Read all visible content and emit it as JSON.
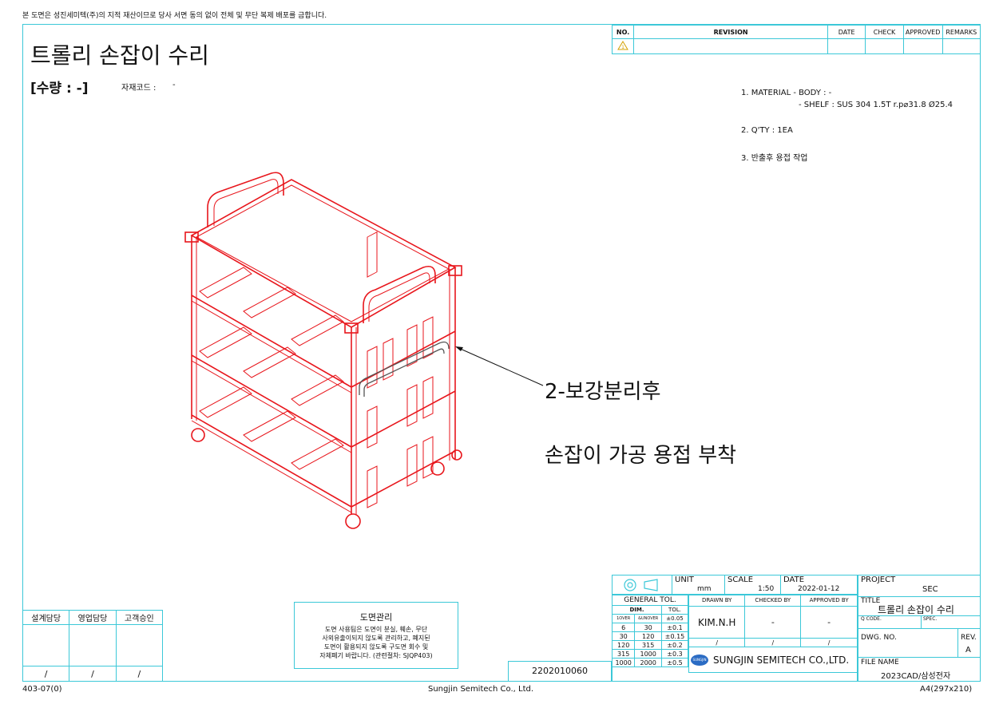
{
  "header": {
    "notice": "본 도면은 성진세미텍(주)의 지적 재산이므로 당사 서면 동의 없이 전체 및 무단 복제 배포를 금합니다."
  },
  "drawing": {
    "title": "트롤리 손잡이 수리",
    "qty_label": "[수량 : -]",
    "material_code_label": "자재코드 :",
    "material_code_value": "-"
  },
  "revision_table": {
    "headers": [
      "NO.",
      "REVISION",
      "DATE",
      "CHECK",
      "APPROVED",
      "REMARKS"
    ],
    "row1_no": "1"
  },
  "notes": {
    "line1": "1. MATERIAL - BODY : -",
    "line1b": "- SHELF : SUS 304 1.5T r.p⌀31.8 Ø25.4",
    "line2": "2. Q'TY : 1EA",
    "line3": "3. 반출후 용접 작업"
  },
  "annotations": {
    "callout1": "2-보강분리후",
    "callout2": "손잡이 가공 용접 부착"
  },
  "signoff": {
    "headers": [
      "설계담당",
      "영업담당",
      "고객승인"
    ],
    "values": [
      "/",
      "/",
      "/"
    ]
  },
  "doc_control": {
    "title": "도면관리",
    "line1": "도면 사용팀은 도면이 분실, 훼손, 무단",
    "line2": "사외유출이되지 않도록 관리하고, 폐지된",
    "line3": "도면이 활용되지 않도록 구도면 회수 및",
    "line4": "자체폐기 바랍니다. (관련절차: SJQP403)"
  },
  "drawing_number_box": "2202010060",
  "title_block": {
    "unit_label": "UNIT",
    "unit_value": "mm",
    "scale_label": "SCALE",
    "scale_value": "1:50",
    "date_label": "DATE",
    "date_value": "2022-01-12",
    "general_tol": "GENERAL TOL.",
    "dim": "DIM.",
    "tol": "TOL.",
    "over": "1OVER",
    "under": "&UNOVER",
    "tol_rows": [
      [
        "6",
        "30",
        "±0.1"
      ],
      [
        "30",
        "120",
        "±0.15"
      ],
      [
        "120",
        "315",
        "±0.2"
      ],
      [
        "315",
        "1000",
        "±0.3"
      ],
      [
        "1000",
        "2000",
        "±0.5"
      ]
    ],
    "tol_first": "±0.05",
    "drawn_by_label": "DRAWN BY",
    "checked_by_label": "CHECKED BY",
    "approved_by_label": "APPROVED BY",
    "drawn_by": "KIM.N.H",
    "checked_by": "-",
    "approved_by": "-",
    "slash": "/",
    "company_logo_text": "SUNGJIN",
    "company": "SUNGJIN SEMITECH CO.,LTD.",
    "project_label": "PROJECT",
    "project_value": "SEC",
    "title_label": "TITLE",
    "title_value": "트롤리 손잡이 수리",
    "qcode_label": "Q CODE.",
    "spec_label": "SPEC.",
    "dwg_no_label": "DWG. NO.",
    "rev_label": "REV.",
    "rev_value": "A",
    "file_name_label": "FILE NAME",
    "file_name_value": "2023CAD/삼성전자"
  },
  "footer": {
    "left": "403-07(0)",
    "center": "Sungjin Semitech Co., Ltd.",
    "right": "A4(297x210)"
  }
}
